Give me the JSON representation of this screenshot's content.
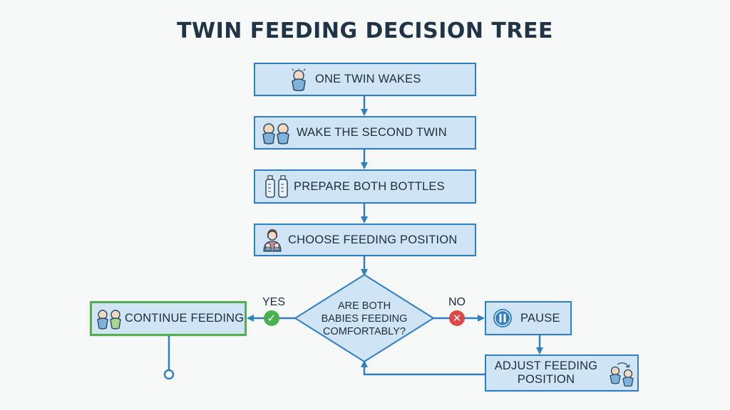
{
  "title": "TWIN FEEDING DECISION TREE",
  "steps": [
    {
      "label": "ONE TWIN WAKES",
      "icon": "swaddled-baby-icon"
    },
    {
      "label": "WAKE THE SECOND TWIN",
      "icon": "twin-babies-icon"
    },
    {
      "label": "PREPARE BOTH BOTTLES",
      "icon": "bottles-icon"
    },
    {
      "label": "CHOOSE FEEDING POSITION",
      "icon": "parent-holding-twins-icon"
    }
  ],
  "decision": {
    "line1": "ARE BOTH",
    "line2": "BABIES FEEDING",
    "line3": "COMFORTABLY?"
  },
  "yes_branch": {
    "label": "YES",
    "action": "CONTINUE FEEDING",
    "icon": "twin-babies-icon"
  },
  "no_branch": {
    "label": "NO",
    "action": "PAUSE",
    "icon": "pause-icon"
  },
  "adjust": {
    "line1": "ADJUST FEEDING",
    "line2": "POSITION",
    "icon": "reposition-babies-icon"
  },
  "colors": {
    "box_fill": "#cfe4f4",
    "box_border": "#2f7fc1",
    "yes_green": "#4caf50",
    "no_red": "#e04848",
    "arrow": "#2f7fc1"
  }
}
